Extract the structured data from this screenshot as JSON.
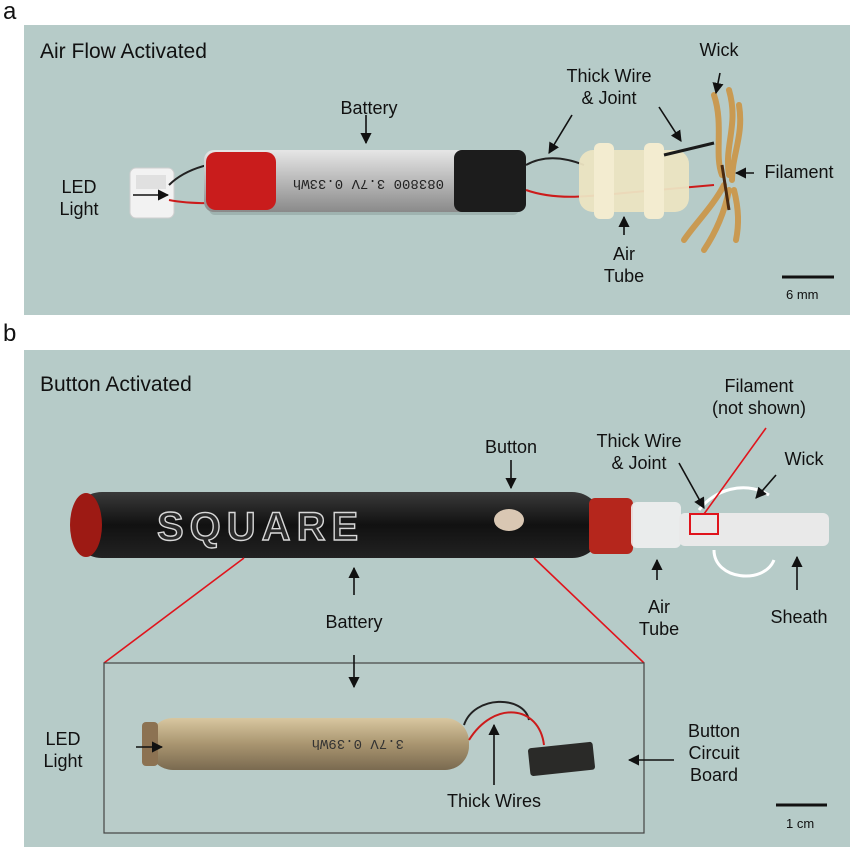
{
  "panel_a": {
    "letter": "a",
    "title": "Air Flow Activated",
    "labels": {
      "battery": "Battery",
      "led_light": "LED\nLight",
      "thick_wire_joint": "Thick Wire\n& Joint",
      "wick": "Wick",
      "filament": "Filament",
      "air_tube": "Air\nTube"
    },
    "battery_print": "083800 3.7V 0.33Wh",
    "scale": "6 mm"
  },
  "panel_b": {
    "letter": "b",
    "title": "Button Activated",
    "brand": "SQUARE",
    "labels": {
      "filament_not_shown": "Filament\n(not shown)",
      "thick_wire_joint": "Thick Wire\n& Joint",
      "button": "Button",
      "wick": "Wick",
      "battery": "Battery",
      "air_tube": "Air\nTube",
      "sheath": "Sheath",
      "led_light": "LED\nLight",
      "button_circuit_board": "Button\nCircuit\nBoard",
      "thick_wires": "Thick Wires"
    },
    "battery_print": "3.7V 0.39Wh",
    "scale": "1 cm"
  }
}
